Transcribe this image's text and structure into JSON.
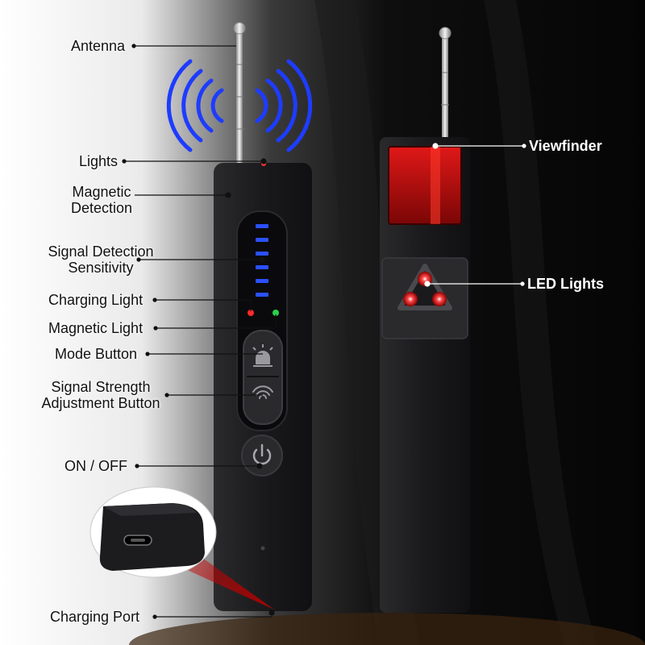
{
  "colors": {
    "background_dark": "#0c0c0c",
    "device_body": "#1d1d1f",
    "signal_waves": "#1e3cff",
    "led_blue": "#2a50ff",
    "led_red": "#ff2a2a",
    "led_green": "#2bd14a",
    "viewfinder_red": "#c81010"
  },
  "callouts": {
    "antenna": "Antenna",
    "lights": "Lights",
    "magnetic_detection": [
      "Magnetic",
      "Detection"
    ],
    "signal_detection_sensitivity": [
      "Signal Detection",
      "Sensitivity"
    ],
    "charging_light": "Charging Light",
    "magnetic_light": "Magnetic Light",
    "mode_button": "Mode Button",
    "signal_strength_adjustment_button": [
      "Signal Strength",
      "Adjustment Button"
    ],
    "on_off": "ON / OFF",
    "charging_port": "Charging Port",
    "viewfinder": "Viewfinder",
    "led_lights": "LED Lights"
  },
  "icons": [
    "power-icon",
    "siren-icon",
    "signal-waves-icon",
    "usb-c-port-icon"
  ]
}
